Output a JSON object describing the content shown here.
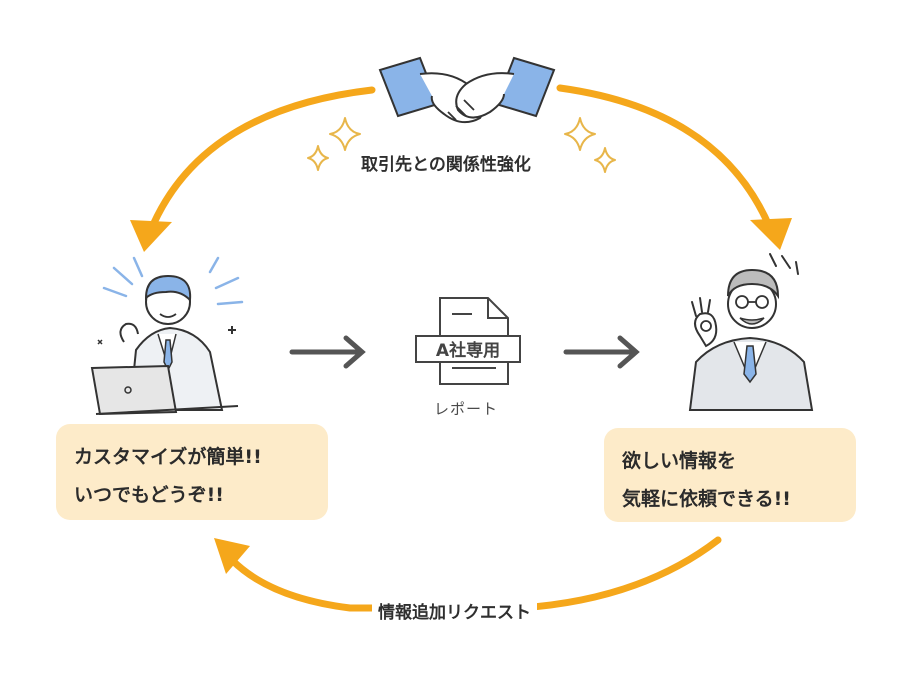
{
  "top_label": "取引先との関係性強化",
  "bottom_label": "情報追加リクエスト",
  "left_bubble": {
    "line1": "カスタマイズが簡単!!",
    "line2": "いつでもどうぞ!!"
  },
  "right_bubble": {
    "line1": "欲しい情報を",
    "line2": "気軽に依頼できる!!"
  },
  "report": {
    "tag": "A社専用",
    "caption": "レポート"
  },
  "colors": {
    "arrow_orange": "#f5a71b",
    "bubble_bg": "#fdebc9",
    "sleeve_blue": "#8ab4e8",
    "sparkle_gold": "#e8b64a",
    "dark_arrow": "#555555"
  }
}
